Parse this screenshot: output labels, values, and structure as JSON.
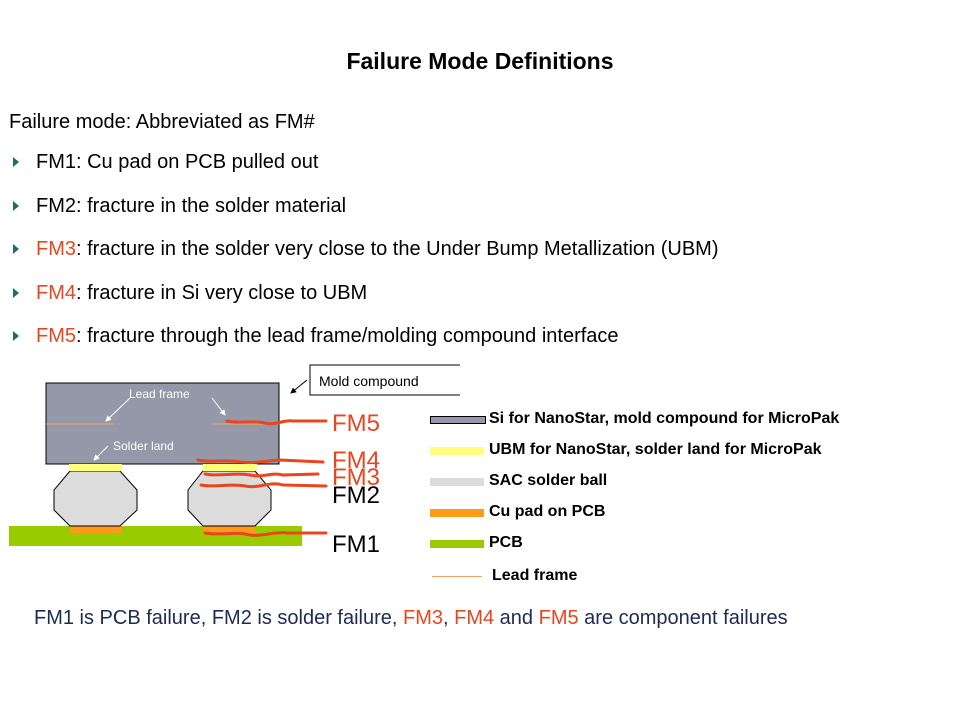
{
  "title": "Failure Mode Definitions",
  "intro": "Failure mode: Abbreviated as FM#",
  "bullets": [
    {
      "code": "FM1",
      "code_color": "#000000",
      "text": ": Cu pad on PCB pulled out"
    },
    {
      "code": "FM2",
      "code_color": "#000000",
      "text": ": fracture in the solder material"
    },
    {
      "code": "FM3",
      "code_color": "#e8461e",
      "text": ": fracture in the solder very close to the Under Bump Metallization (UBM)"
    },
    {
      "code": "FM4",
      "code_color": "#e8461e",
      "text": ": fracture in Si very close to UBM"
    },
    {
      "code": "FM5",
      "code_color": "#e8461e",
      "text": ": fracture through the lead frame/molding compound interface"
    }
  ],
  "diagram": {
    "callout_mold": "Mold compound",
    "label_lead_frame": "Lead frame",
    "label_solder_land": "Solder land",
    "fm_labels": [
      {
        "text": "FM5",
        "color": "#e8461e"
      },
      {
        "text": "FM4",
        "color": "#e8461e"
      },
      {
        "text": "FM3",
        "color": "#e8461e"
      },
      {
        "text": "FM2",
        "color": "#000000"
      },
      {
        "text": "FM1",
        "color": "#000000"
      }
    ],
    "colors": {
      "si_mold": "#9598a8",
      "ubm_land": "#ffff80",
      "solder": "#dcdcdc",
      "cu_pad": "#ff9a1a",
      "pcb": "#99cc00",
      "lead_frame": "#f4a460",
      "crack": "#e8461e"
    }
  },
  "legend": [
    {
      "label": "Si for NanoStar, mold compound for MicroPak",
      "color": "#9598a8",
      "outlined": true
    },
    {
      "label": "UBM for NanoStar, solder land for MicroPak",
      "color": "#ffff80",
      "outlined": false
    },
    {
      "label": "SAC solder ball",
      "color": "#dcdcdc",
      "outlined": false
    },
    {
      "label": "Cu pad on PCB",
      "color": "#ff9a1a",
      "outlined": false
    },
    {
      "label": "PCB",
      "color": "#99cc00",
      "outlined": false
    },
    {
      "label": "Lead frame",
      "color": "#f4a460",
      "thin": true
    }
  ],
  "summary": {
    "parts": [
      {
        "text": "FM1 is PCB failure, FM2 is solder failure, ",
        "color": "#1c2a55"
      },
      {
        "text": "FM3",
        "color": "#e8461e"
      },
      {
        "text": ", ",
        "color": "#1c2a55"
      },
      {
        "text": "FM4",
        "color": "#e8461e"
      },
      {
        "text": " and ",
        "color": "#1c2a55"
      },
      {
        "text": "FM5",
        "color": "#e8461e"
      },
      {
        "text": " are component failures",
        "color": "#1c2a55"
      }
    ]
  }
}
